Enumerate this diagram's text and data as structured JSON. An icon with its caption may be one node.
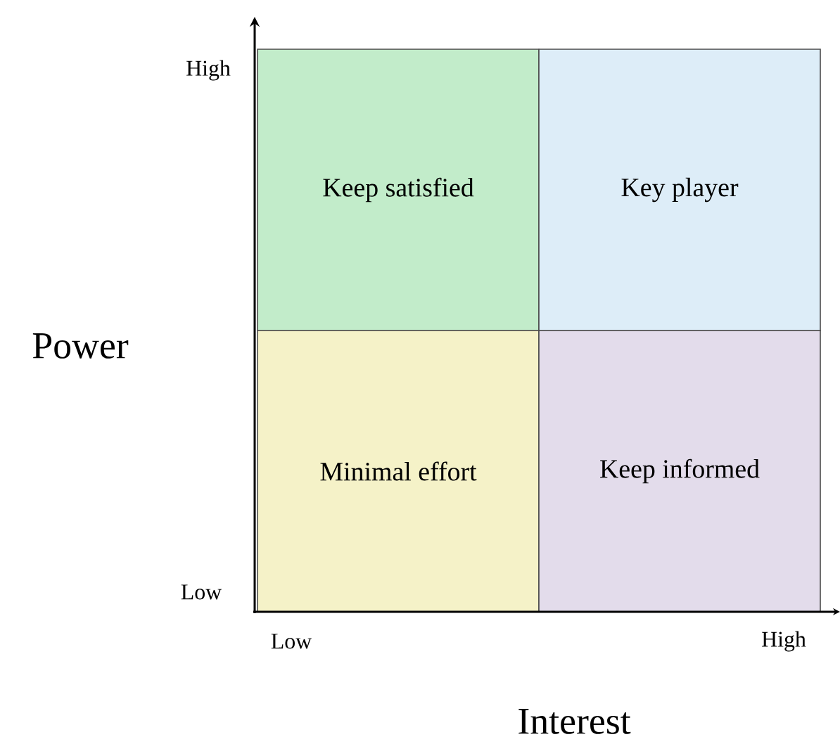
{
  "diagram": {
    "nodes": [
      {
        "text": [
          "Keep satisfied"
        ]
      },
      {
        "text": [
          "Key player"
        ]
      },
      {
        "text": [
          "Minimal effort"
        ]
      },
      {
        "text": [
          "Keep informed"
        ]
      }
    ],
    "labels": [
      "High",
      "Power",
      "Low",
      "Low",
      "High",
      "Interest"
    ]
  }
}
